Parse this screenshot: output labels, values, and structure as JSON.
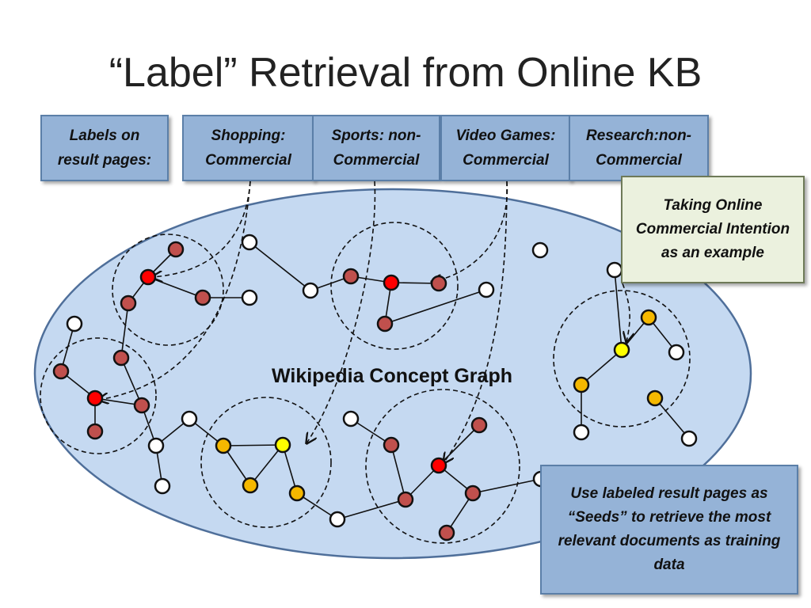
{
  "slide": {
    "title": "“Label” Retrieval from Online KB"
  },
  "label_boxes": [
    {
      "line1": "Labels on",
      "line2": "result pages:"
    },
    {
      "line1": "Shopping:",
      "line2": "Commercial"
    },
    {
      "line1": "Sports: non-",
      "line2": "Commercial"
    },
    {
      "line1": "Video Games:",
      "line2": "Commercial"
    },
    {
      "line1": "Research:non-",
      "line2": "Commercial"
    }
  ],
  "note": "Taking Online Commercial Intention as an example",
  "seed_note": "Use labeled result pages as “Seeds” to retrieve the most relevant documents as training data",
  "graph": {
    "label": "Wikipedia Concept Graph",
    "colors": {
      "ellipse_fill": "#c5d9f1",
      "ellipse_stroke": "#4f6f9a",
      "seed": "#ff0000",
      "related": "#c0504d",
      "target_seed": "#ffff00",
      "target_related": "#f5b800",
      "unlabeled": "#ffffff"
    },
    "nodes": [
      {
        "id": "a1",
        "type": "related"
      },
      {
        "id": "a2",
        "type": "seed"
      },
      {
        "id": "a3",
        "type": "related"
      },
      {
        "id": "a4",
        "type": "related"
      },
      {
        "id": "a5",
        "type": "related"
      },
      {
        "id": "a6",
        "type": "related"
      },
      {
        "id": "a7",
        "type": "seed"
      },
      {
        "id": "a8",
        "type": "related"
      },
      {
        "id": "a9",
        "type": "related"
      },
      {
        "id": "w1",
        "type": "unlabeled"
      },
      {
        "id": "w2",
        "type": "unlabeled"
      },
      {
        "id": "w3",
        "type": "unlabeled"
      },
      {
        "id": "w4",
        "type": "unlabeled"
      },
      {
        "id": "w5",
        "type": "unlabeled"
      },
      {
        "id": "w6",
        "type": "unlabeled"
      },
      {
        "id": "b1",
        "type": "related"
      },
      {
        "id": "b2",
        "type": "seed"
      },
      {
        "id": "b3",
        "type": "related"
      },
      {
        "id": "b4",
        "type": "related"
      },
      {
        "id": "w7",
        "type": "unlabeled"
      },
      {
        "id": "w8",
        "type": "unlabeled"
      },
      {
        "id": "w9",
        "type": "unlabeled"
      },
      {
        "id": "c1",
        "type": "target_related"
      },
      {
        "id": "c2",
        "type": "target_seed"
      },
      {
        "id": "c3",
        "type": "target_related"
      },
      {
        "id": "c4",
        "type": "target_related"
      },
      {
        "id": "w10",
        "type": "unlabeled"
      },
      {
        "id": "w11",
        "type": "unlabeled"
      },
      {
        "id": "w12",
        "type": "unlabeled"
      },
      {
        "id": "d1",
        "type": "related"
      },
      {
        "id": "d2",
        "type": "related"
      },
      {
        "id": "d3",
        "type": "seed"
      },
      {
        "id": "d4",
        "type": "related"
      },
      {
        "id": "d5",
        "type": "related"
      },
      {
        "id": "d6",
        "type": "related"
      },
      {
        "id": "w13",
        "type": "unlabeled"
      },
      {
        "id": "e1",
        "type": "target_seed"
      },
      {
        "id": "e2",
        "type": "target_related"
      },
      {
        "id": "e3",
        "type": "target_related"
      },
      {
        "id": "e4",
        "type": "target_related"
      },
      {
        "id": "w14",
        "type": "unlabeled"
      },
      {
        "id": "w15",
        "type": "unlabeled"
      },
      {
        "id": "w16",
        "type": "unlabeled"
      }
    ],
    "edges": [
      [
        "a1",
        "a2"
      ],
      [
        "a2",
        "a3"
      ],
      [
        "a2",
        "a4"
      ],
      [
        "a4",
        "w2"
      ],
      [
        "a3",
        "a5"
      ],
      [
        "a5",
        "a8"
      ],
      [
        "w1",
        "a6"
      ],
      [
        "a6",
        "a7"
      ],
      [
        "a7",
        "a9"
      ],
      [
        "a7",
        "a8"
      ],
      [
        "a8",
        "w3"
      ],
      [
        "w3",
        "w5"
      ],
      [
        "w3",
        "w4"
      ],
      [
        "w4",
        "c1"
      ],
      [
        "w6",
        "w7"
      ],
      [
        "w7",
        "b1"
      ],
      [
        "b1",
        "b2"
      ],
      [
        "b2",
        "b3"
      ],
      [
        "b2",
        "b4"
      ],
      [
        "b3",
        "w8"
      ],
      [
        "c1",
        "c2"
      ],
      [
        "c1",
        "c3"
      ],
      [
        "c3",
        "c2"
      ],
      [
        "c2",
        "c4"
      ],
      [
        "c4",
        "w10"
      ],
      [
        "w10",
        "d2"
      ],
      [
        "w11",
        "d1"
      ],
      [
        "d1",
        "d2"
      ],
      [
        "d2",
        "d3"
      ],
      [
        "d3",
        "d4"
      ],
      [
        "d3",
        "d5"
      ],
      [
        "d5",
        "d6"
      ],
      [
        "d5",
        "w12"
      ],
      [
        "w13",
        "e1"
      ],
      [
        "e1",
        "e2"
      ],
      [
        "e1",
        "e3"
      ],
      [
        "e3",
        "w14"
      ],
      [
        "e2",
        "w15"
      ],
      [
        "e4",
        "w16"
      ]
    ]
  }
}
